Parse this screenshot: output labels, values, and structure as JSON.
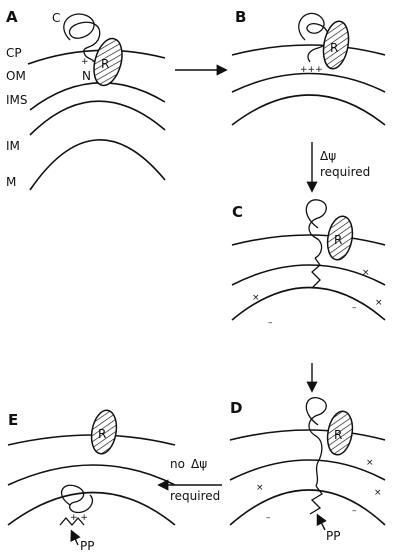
{
  "panels": [
    {
      "id": "A",
      "label": "A"
    },
    {
      "id": "B",
      "label": "B"
    },
    {
      "id": "C",
      "label": "C"
    },
    {
      "id": "D",
      "label": "D"
    },
    {
      "id": "E",
      "label": "E"
    }
  ],
  "compartments": [
    "CP",
    "OM",
    "IMS",
    "IM",
    "M"
  ],
  "receptor_label": "R",
  "terminus": {
    "c": "C",
    "n": "N"
  },
  "transitions": {
    "b_to_c": {
      "symbol": "Δψ",
      "text": "required"
    },
    "d_to_e": {
      "prefix": "no",
      "symbol": "Δψ",
      "text": "required"
    }
  },
  "presequence_label": "PP"
}
